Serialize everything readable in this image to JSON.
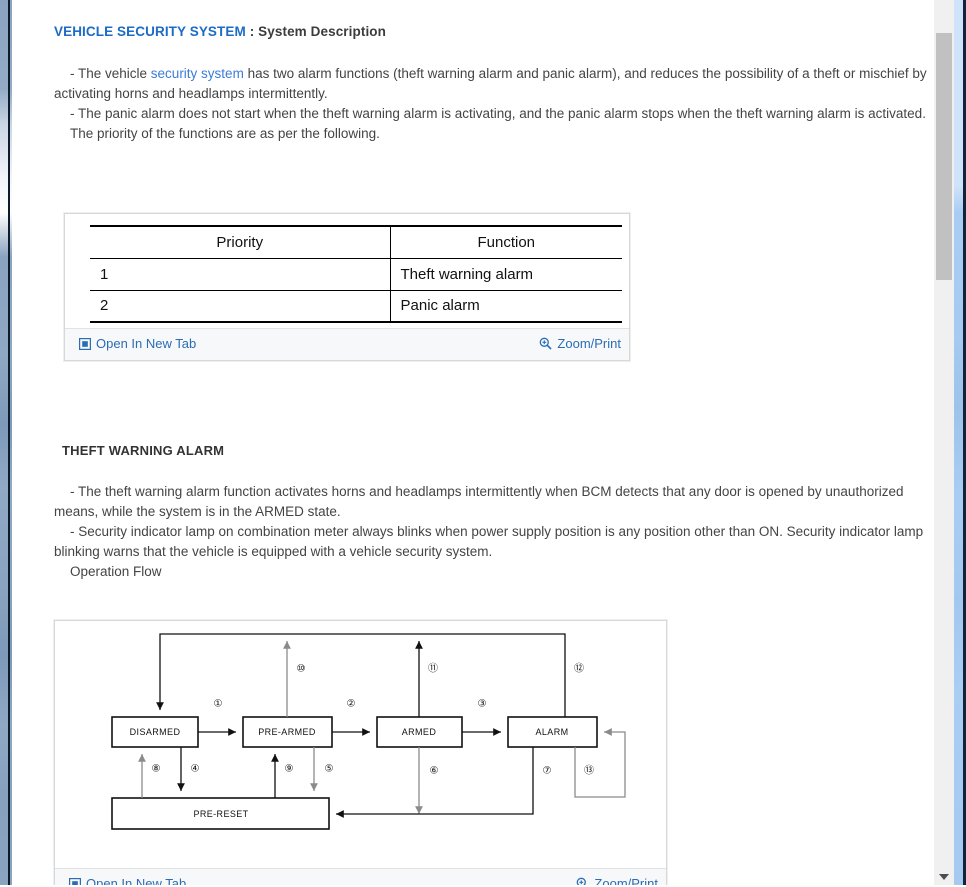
{
  "section": {
    "title_primary": "VEHICLE SECURITY SYSTEM",
    "title_separator": " : ",
    "title_secondary": "System Description"
  },
  "intro": {
    "p1_prefix": "- The vehicle ",
    "p1_link": "security system",
    "p1_suffix": " has two alarm functions (theft warning alarm and panic alarm), and reduces the possibility of a theft or mischief by activating horns and headlamps intermittently.",
    "p2": "- The panic alarm does not start when the theft warning alarm is activating, and the panic alarm stops when the theft warning alarm is activated.",
    "p3": "The priority of the functions are as per the following."
  },
  "priority_table": {
    "headers": [
      "Priority",
      "Function"
    ],
    "rows": [
      [
        "1",
        "Theft warning alarm"
      ],
      [
        "2",
        "Panic alarm"
      ]
    ]
  },
  "figure_toolbar": {
    "open_new_tab_label": "Open In New Tab",
    "open_new_tab_icon": "open-in-new-tab-icon",
    "zoom_print_label": "Zoom/Print",
    "zoom_print_icon": "magnifier-plus-icon"
  },
  "theft_section": {
    "heading": "THEFT WARNING ALARM",
    "p1": "- The theft warning alarm function activates horns and headlamps intermittently when BCM detects that any door is opened by unauthorized means, while the system is in the ARMED state.",
    "p2": "- Security indicator lamp on combination meter always blinks when power supply position is any position other than ON. Security indicator lamp blinking warns that the vehicle is equipped with a vehicle security system.",
    "p3": "Operation Flow"
  },
  "state_diagram": {
    "states": [
      {
        "id": "disarmed",
        "label": "DISARMED"
      },
      {
        "id": "pre-armed",
        "label": "PRE-ARMED"
      },
      {
        "id": "armed",
        "label": "ARMED"
      },
      {
        "id": "alarm",
        "label": "ALARM"
      },
      {
        "id": "pre-reset",
        "label": "PRE-RESET"
      }
    ],
    "transitions": [
      {
        "n": "①",
        "from": "DISARMED",
        "to": "PRE-ARMED"
      },
      {
        "n": "②",
        "from": "PRE-ARMED",
        "to": "ARMED"
      },
      {
        "n": "③",
        "from": "ARMED",
        "to": "ALARM"
      },
      {
        "n": "④",
        "from": "DISARMED",
        "to": "PRE-RESET"
      },
      {
        "n": "⑤",
        "from": "PRE-ARMED",
        "to": "PRE-RESET"
      },
      {
        "n": "⑥",
        "from": "ARMED",
        "to": "PRE-RESET"
      },
      {
        "n": "⑦",
        "from": "ALARM",
        "to": "PRE-RESET"
      },
      {
        "n": "⑧",
        "from": "PRE-RESET",
        "to": "DISARMED"
      },
      {
        "n": "⑨",
        "from": "PRE-RESET",
        "to": "PRE-ARMED"
      },
      {
        "n": "⑩",
        "from": "PRE-ARMED",
        "to": "DISARMED"
      },
      {
        "n": "⑪",
        "from": "ARMED",
        "to": "DISARMED"
      },
      {
        "n": "⑫",
        "from": "ALARM",
        "to": "DISARMED"
      },
      {
        "n": "⑬",
        "from": "ALARM",
        "to": "ALARM"
      }
    ]
  },
  "scrollbar": {
    "down_arrow_icon": "chevron-down-icon"
  },
  "colors": {
    "link": "#2a6db5",
    "heading_blue": "#1c6bc4",
    "body_text": "#444444",
    "inline_link": "#3b7dd8"
  }
}
